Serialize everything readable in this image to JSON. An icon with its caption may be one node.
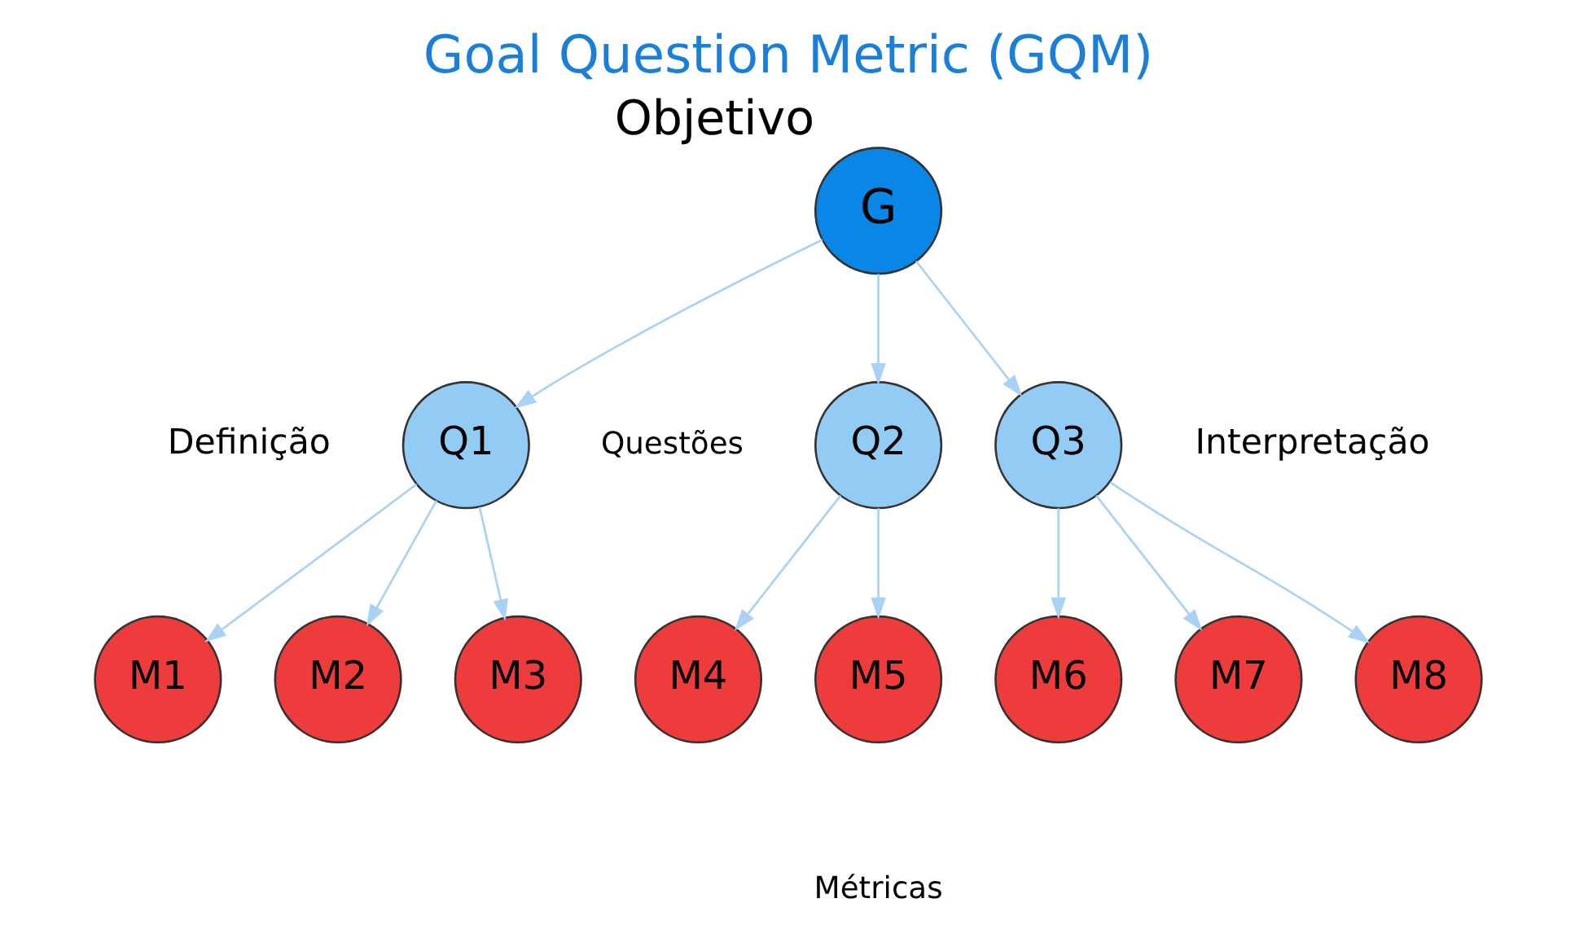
{
  "diagram": {
    "title": "Goal Question Metric (GQM)",
    "nodes": [
      {
        "text": [
          "G"
        ],
        "beside": [
          "Objetivo"
        ]
      },
      {
        "text": [
          "Q1"
        ]
      },
      {
        "text": [
          "Q2"
        ]
      },
      {
        "text": [
          "Q3"
        ]
      },
      {
        "text": [
          "M1"
        ]
      },
      {
        "text": [
          "M2"
        ]
      },
      {
        "text": [
          "M3"
        ]
      },
      {
        "text": [
          "M4"
        ]
      },
      {
        "text": [
          "M5"
        ]
      },
      {
        "text": [
          "M6"
        ]
      },
      {
        "text": [
          "M7"
        ]
      },
      {
        "text": [
          "M8"
        ]
      }
    ],
    "edges": [
      {
        "from": 0,
        "to": 1,
        "arrow": "to"
      },
      {
        "from": 0,
        "to": 2,
        "arrow": "to"
      },
      {
        "from": 0,
        "to": 3,
        "arrow": "to"
      },
      {
        "from": 1,
        "to": 4,
        "arrow": "to"
      },
      {
        "from": 1,
        "to": 5,
        "arrow": "to"
      },
      {
        "from": 1,
        "to": 6,
        "arrow": "to"
      },
      {
        "from": 2,
        "to": 7,
        "arrow": "to"
      },
      {
        "from": 2,
        "to": 8,
        "arrow": "to"
      },
      {
        "from": 3,
        "to": 9,
        "arrow": "to"
      },
      {
        "from": 3,
        "to": 10,
        "arrow": "to"
      },
      {
        "from": 3,
        "to": 11,
        "arrow": "to"
      }
    ],
    "labels": [
      "Definição",
      "Questões",
      "Interpretação",
      "Métricas"
    ]
  }
}
